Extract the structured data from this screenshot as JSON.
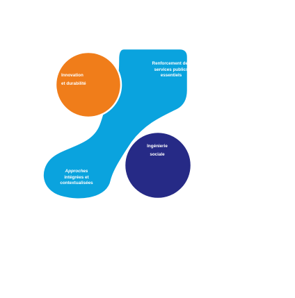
{
  "colors": {
    "blue": "#0aa3de",
    "orange": "#f07d1a",
    "navy": "#262a86",
    "background": "#ffffff"
  },
  "nodes": {
    "top": {
      "lines": [
        "Renforcement des",
        "services publics",
        "essentiels"
      ]
    },
    "orange": {
      "lines": [
        "Innovation",
        "et durabilité"
      ]
    },
    "navy": {
      "lines": [
        "Ingénierie",
        "sociale"
      ]
    },
    "bottom": {
      "lines": [
        "Approches",
        "intégrées et",
        "contextualisées"
      ]
    }
  }
}
